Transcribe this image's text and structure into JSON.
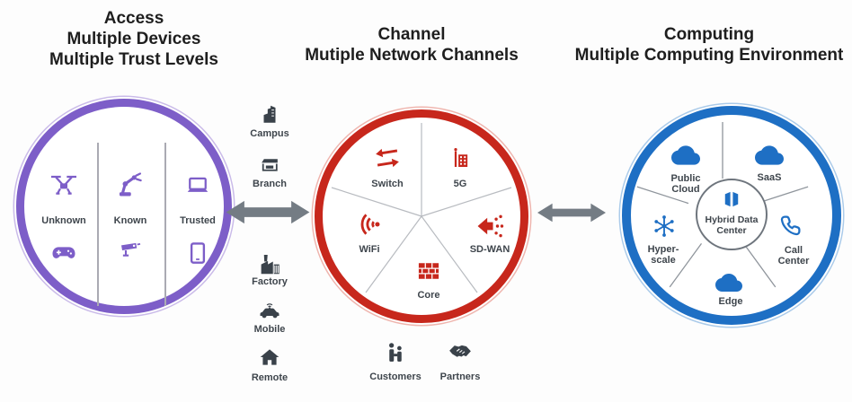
{
  "titles": {
    "access": [
      "Access",
      "Multiple Devices",
      "Multiple Trust Levels"
    ],
    "channel": [
      "Channel",
      "Mutiple Network Channels"
    ],
    "computing": [
      "Computing",
      "Multiple Computing Environment"
    ]
  },
  "colors": {
    "access_purple": "#7d5ec8",
    "channel_red": "#c7271c",
    "computing_blue": "#1e6fc4",
    "connector_gray": "#747c84",
    "location_icon_dark": "#3a424a",
    "label_text": "#3e454c"
  },
  "access_circle": {
    "columns": [
      {
        "label": "Unknown",
        "icons": [
          "drone-icon",
          "gamepad-icon"
        ]
      },
      {
        "label": "Known",
        "icons": [
          "robot-arm-icon",
          "security-camera-icon"
        ]
      },
      {
        "label": "Trusted",
        "icons": [
          "laptop-icon",
          "tablet-icon"
        ]
      }
    ]
  },
  "edge_locations": [
    {
      "label": "Campus",
      "icon": "campus-building-icon"
    },
    {
      "label": "Branch",
      "icon": "branch-storefront-icon"
    },
    {
      "label": "Factory",
      "icon": "factory-icon"
    },
    {
      "label": "Mobile",
      "icon": "connected-car-icon"
    },
    {
      "label": "Remote",
      "icon": "home-icon"
    }
  ],
  "channel_circle": {
    "segments": [
      {
        "label": "Switch",
        "icon": "switch-arrows-icon"
      },
      {
        "label": "5G",
        "icon": "5g-site-icon"
      },
      {
        "label": "WiFi",
        "icon": "wifi-icon"
      },
      {
        "label": "SD-WAN",
        "icon": "sd-wan-branching-icon"
      },
      {
        "label": "Core",
        "icon": "firewall-bricks-icon"
      }
    ]
  },
  "bottom_locations": [
    {
      "label": "Customers",
      "icon": "people-icon"
    },
    {
      "label": "Partners",
      "icon": "handshake-icon"
    }
  ],
  "computing_circle": {
    "center": {
      "label": "Hybrid Data Center",
      "icon": "data-center-icon"
    },
    "segments": [
      {
        "label": "Public Cloud",
        "icon": "cloud-icon"
      },
      {
        "label": "SaaS",
        "icon": "cloud-icon"
      },
      {
        "label": "Hyper-scale",
        "icon": "hyperscale-network-icon"
      },
      {
        "label": "Call Center",
        "icon": "phone-handset-icon"
      },
      {
        "label": "Edge",
        "icon": "cloud-icon"
      }
    ]
  }
}
